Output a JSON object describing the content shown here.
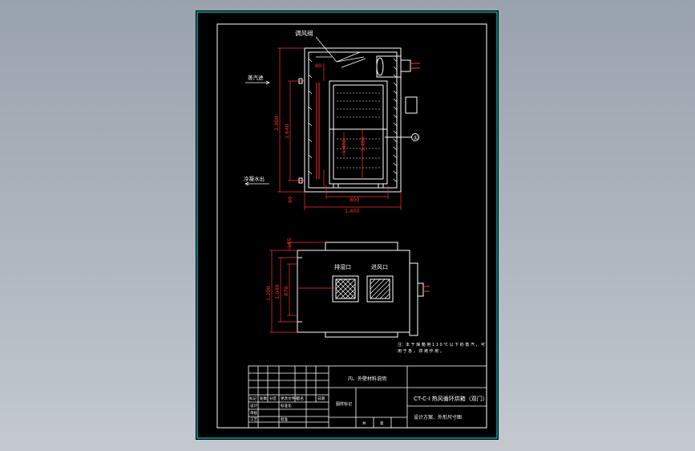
{
  "colors": {
    "background": "#000000",
    "outer_border": "#00d0d0",
    "line": "#ffffff",
    "dimension": "#ff3030",
    "accent": "#ffff00"
  },
  "labels": {
    "damper": "调风阀",
    "steam_in": "蒸汽进",
    "condensate_out": "冷凝水出",
    "exhaust_port": "排湿口",
    "intake_port": "进风口",
    "balloon_1": "①"
  },
  "dimensions": {
    "top_80": "80",
    "height_2000": "2,000",
    "inner_1640": "1,640",
    "bottom_80": "80",
    "cart_1400": "1,400",
    "cart_mid_1490": "1,490",
    "width_800": "800",
    "width_1400": "1,400",
    "plan_165": "165",
    "plan_1200": "1,200",
    "plan_1040": "1,040",
    "plan_870": "870"
  },
  "note": "注：本 干 燥 箱 用 1 1 0 ℃ 以 下 的 蒸 汽 ， 可 用 于 各 ， 烘 烤 作 用 。",
  "title_block": {
    "drawing_title": "CT-C-I 热风循环烘箱（双门）",
    "subtitle": "设计方案、外形尺寸图",
    "middle_title": "内、外壁材料说明",
    "label_stamp": "图样标记",
    "rows": [
      "标记",
      "处数",
      "分区",
      "更改文件号",
      "签名",
      "日期"
    ],
    "design": "设计",
    "standard": "标准化",
    "check": "审核",
    "process": "工艺",
    "approve": "批准",
    "sheet_total": "共",
    "sheet_num": "第"
  }
}
